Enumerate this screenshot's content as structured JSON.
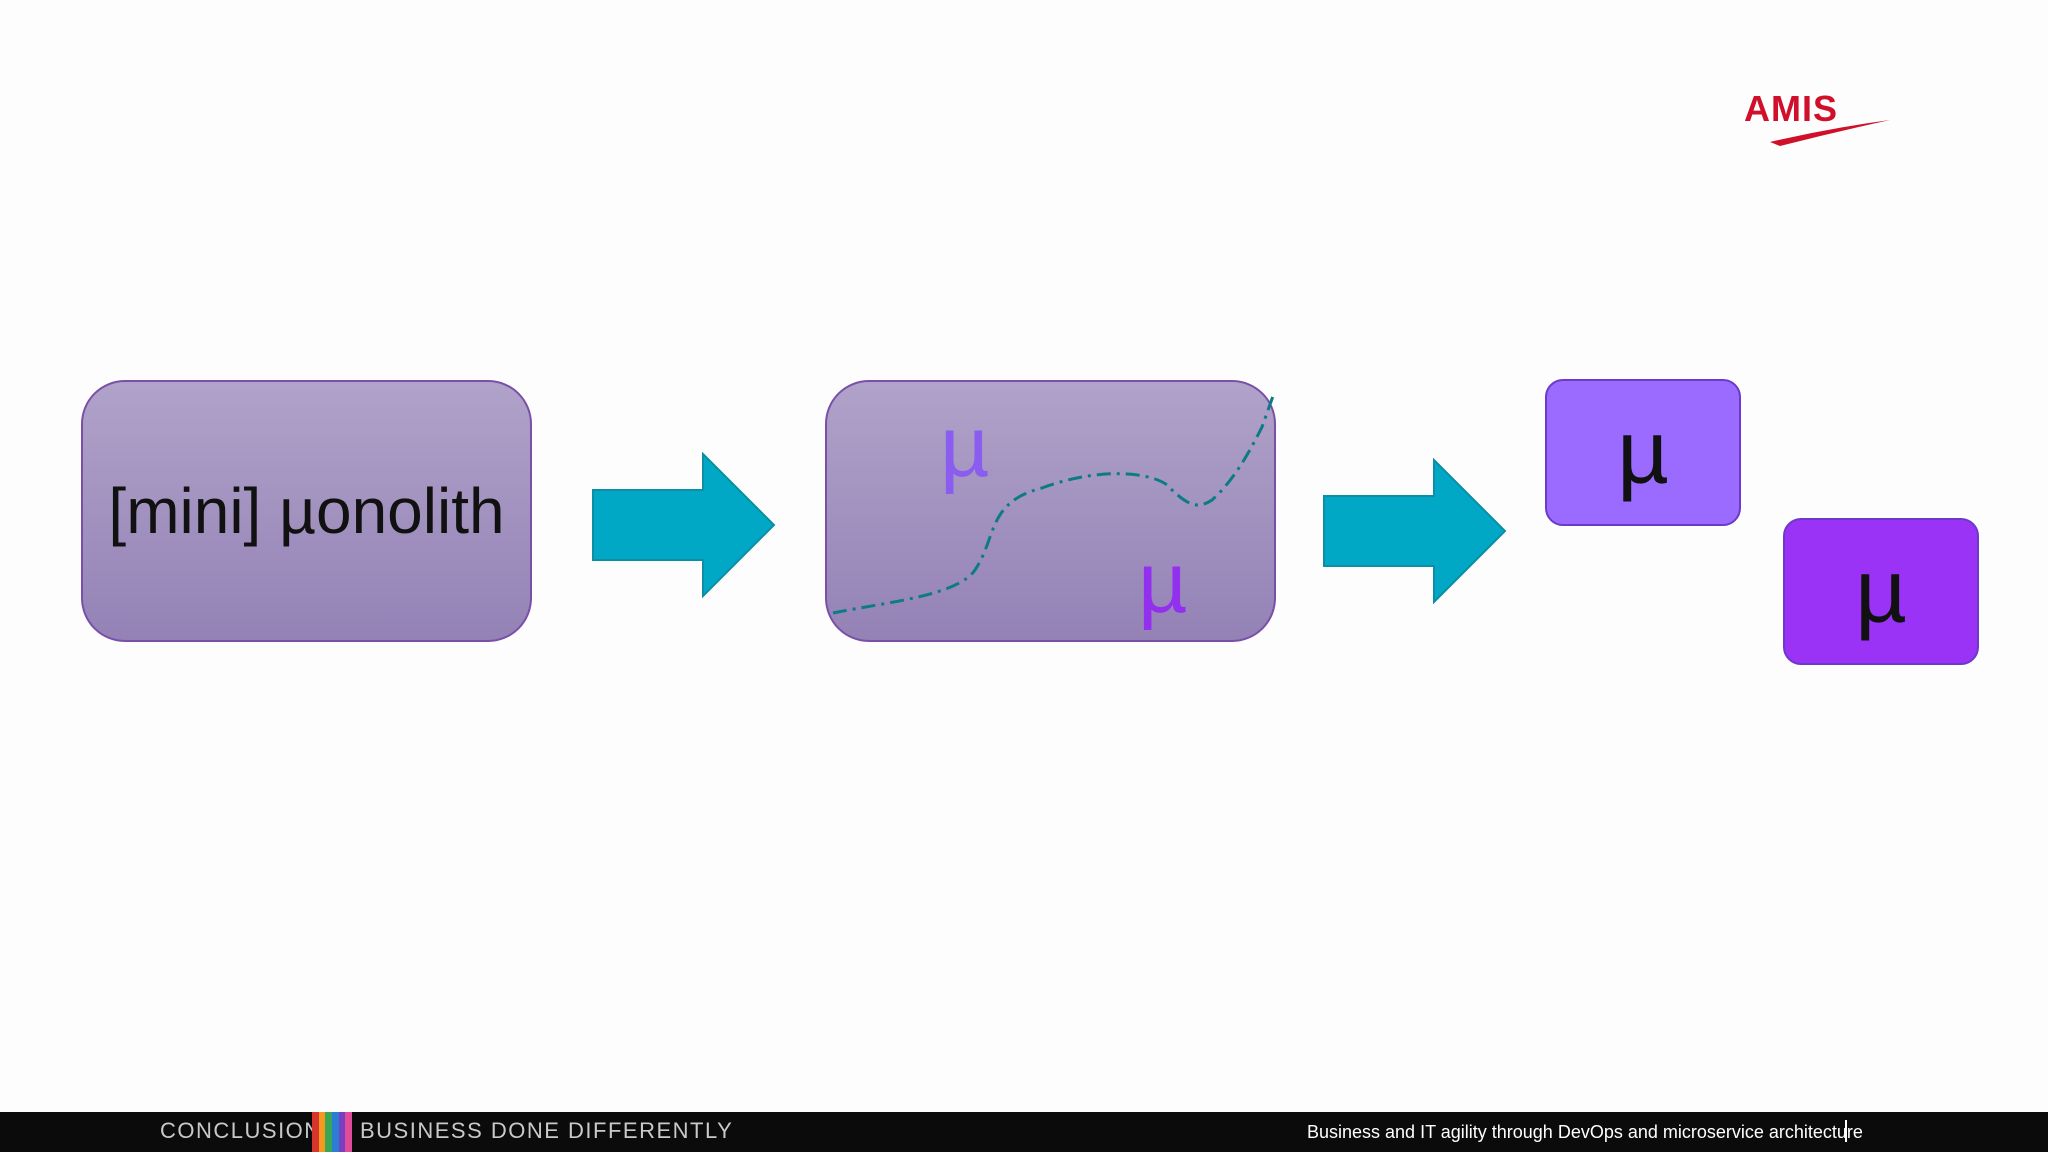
{
  "logo": {
    "text": "AMIS",
    "color": "#d0102a"
  },
  "diagram": {
    "monolith_label": "[mini] µonolith",
    "split_box": {
      "mu_top": "µ",
      "mu_bottom": "µ"
    },
    "microservice_1": "µ",
    "microservice_2": "µ",
    "colors": {
      "box_fill": "#a293c0",
      "box_border": "#7a4fa8",
      "arrow": "#00a8c6",
      "micro_1": "#9b6bff",
      "micro_2": "#9a33f5",
      "divider_line": "#0c7b86"
    },
    "icons": [
      "right-arrow-icon",
      "right-arrow-icon"
    ]
  },
  "footer": {
    "section": "CONCLUSION",
    "tagline": "BUSINESS DONE DIFFERENTLY",
    "title": "Business and IT agility through DevOps and microservice architecture",
    "rainbow_colors": [
      "#d9342b",
      "#f39a1e",
      "#3aa655",
      "#2a7fd4",
      "#7a3fc0",
      "#e04b9a"
    ]
  }
}
